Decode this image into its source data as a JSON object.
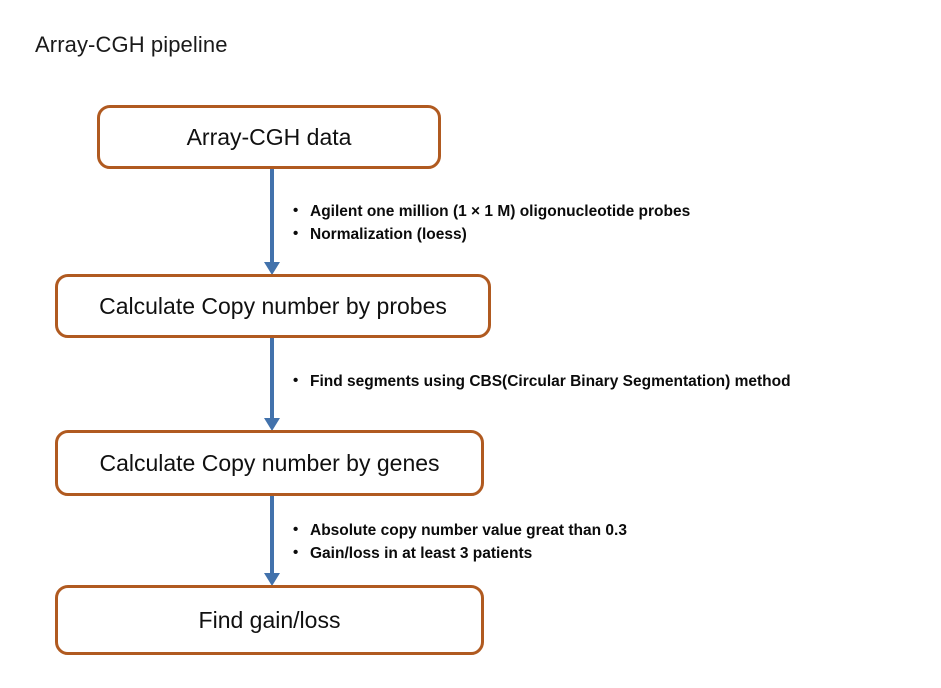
{
  "title": "Array-CGH pipeline",
  "colors": {
    "node_border": "#b05a20",
    "node_fill": "#ffffff",
    "arrow": "#4272ac",
    "text": "#101010",
    "background": "#ffffff"
  },
  "nodes": [
    {
      "id": "array-cgh-data",
      "label": "Array-CGH data"
    },
    {
      "id": "copy-number-probes",
      "label": "Calculate Copy number by probes"
    },
    {
      "id": "copy-number-genes",
      "label": "Calculate Copy number by genes"
    },
    {
      "id": "find-gain-loss",
      "label": "Find gain/loss"
    }
  ],
  "connectors": [
    {
      "id": "arrow-1",
      "from": "array-cgh-data",
      "to": "copy-number-probes",
      "notes": [
        "Agilent one million (1 × 1 M) oligonucleotide probes",
        "Normalization (loess)"
      ]
    },
    {
      "id": "arrow-2",
      "from": "copy-number-probes",
      "to": "copy-number-genes",
      "notes": [
        "Find segments using CBS(Circular Binary Segmentation) method"
      ]
    },
    {
      "id": "arrow-3",
      "from": "copy-number-genes",
      "to": "find-gain-loss",
      "notes": [
        "Absolute copy number value great than 0.3",
        "Gain/loss in at least 3 patients"
      ]
    }
  ]
}
